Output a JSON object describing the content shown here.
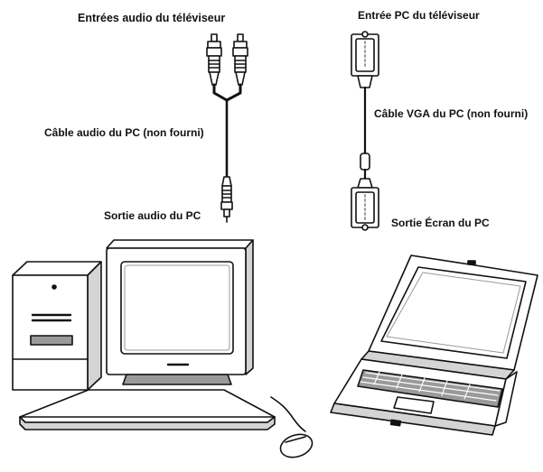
{
  "labels": {
    "tv_audio_inputs": "Entrées audio du téléviseur",
    "tv_pc_input": "Entrée PC du téléviseur",
    "pc_audio_cable": "Câble audio du PC (non fourni)",
    "pc_vga_cable": "Câble VGA du PC (non fourni)",
    "pc_audio_output": "Sortie audio du PC",
    "pc_screen_output": "Sortie Écran du PC"
  },
  "colors": {
    "stroke": "#111111",
    "background": "#ffffff",
    "shade": "#9a9a9a",
    "light_shade": "#d4d4d4"
  },
  "icons": [
    "rca-plug-icon",
    "vga-connector-icon",
    "desktop-tower-icon",
    "crt-monitor-icon",
    "keyboard-icon",
    "mouse-icon",
    "laptop-icon"
  ]
}
